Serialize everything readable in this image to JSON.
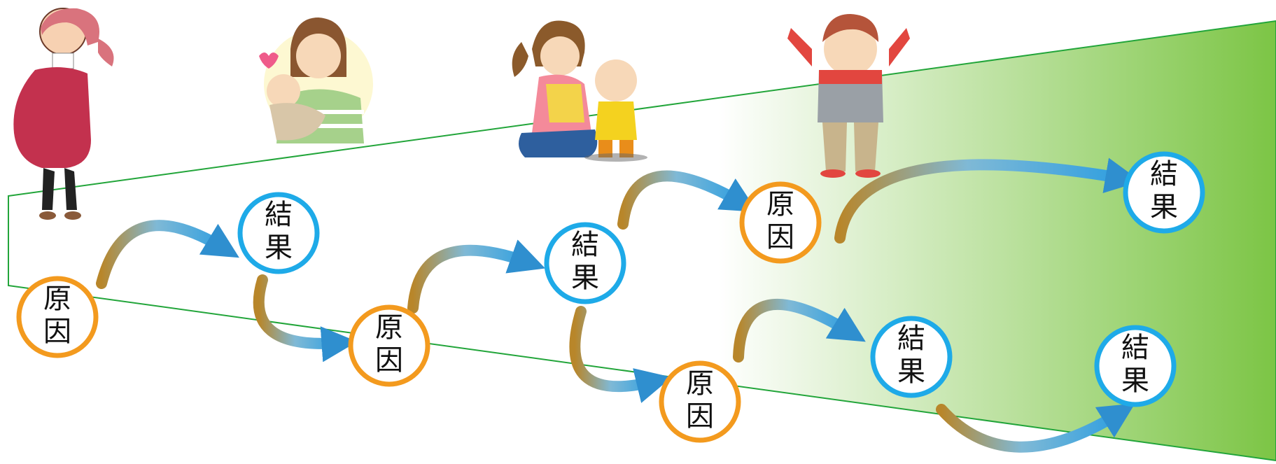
{
  "colors": {
    "trapezoid_border": "#22a53a",
    "gradient_start": "#ffffff",
    "gradient_end": "#7cc545",
    "cause_ring": "#f39a1e",
    "result_ring": "#1eaae8",
    "arrow_light": "#5cc8f0",
    "arrow_dark": "#2f8fcf",
    "arrow_brown": "#b8862a"
  },
  "stages": [
    {
      "name": "pregnant-woman-illustration"
    },
    {
      "name": "mother-holding-infant-illustration"
    },
    {
      "name": "caregiver-with-toddler-illustration"
    },
    {
      "name": "child-arms-raised-illustration"
    }
  ],
  "nodes": [
    {
      "id": "n1",
      "kind": "cause",
      "line1": "原",
      "line2": "因"
    },
    {
      "id": "n2",
      "kind": "result",
      "line1": "結",
      "line2": "果"
    },
    {
      "id": "n3",
      "kind": "cause",
      "line1": "原",
      "line2": "因"
    },
    {
      "id": "n4",
      "kind": "result",
      "line1": "結",
      "line2": "果"
    },
    {
      "id": "n5",
      "kind": "cause",
      "line1": "原",
      "line2": "因"
    },
    {
      "id": "n6",
      "kind": "cause",
      "line1": "原",
      "line2": "因"
    },
    {
      "id": "n7",
      "kind": "result",
      "line1": "結",
      "line2": "果"
    },
    {
      "id": "n8",
      "kind": "result",
      "line1": "結",
      "line2": "果"
    },
    {
      "id": "n9",
      "kind": "result",
      "line1": "結",
      "line2": "果"
    }
  ]
}
